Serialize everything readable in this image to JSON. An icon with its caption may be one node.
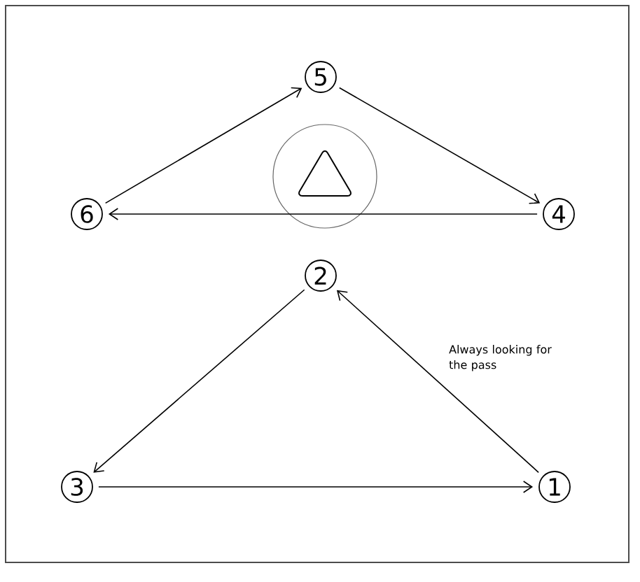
{
  "diagram": {
    "nodes": [
      {
        "text": [
          "1"
        ]
      },
      {
        "text": [
          "2"
        ]
      },
      {
        "text": [
          "3"
        ]
      },
      {
        "text": [
          "4"
        ]
      },
      {
        "text": [
          "5"
        ]
      },
      {
        "text": [
          "6"
        ]
      }
    ],
    "edges": [
      {
        "from": 5,
        "to": 4,
        "arrow": "to"
      },
      {
        "from": 4,
        "to": 3,
        "arrow": "to"
      },
      {
        "from": 3,
        "to": 5,
        "arrow": "to"
      },
      {
        "from": 1,
        "to": 2,
        "arrow": "to"
      },
      {
        "from": 2,
        "to": 0,
        "arrow": "to"
      },
      {
        "from": 0,
        "to": 1,
        "arrow": "to"
      }
    ],
    "labels": [
      "Always looking for the pass"
    ]
  }
}
